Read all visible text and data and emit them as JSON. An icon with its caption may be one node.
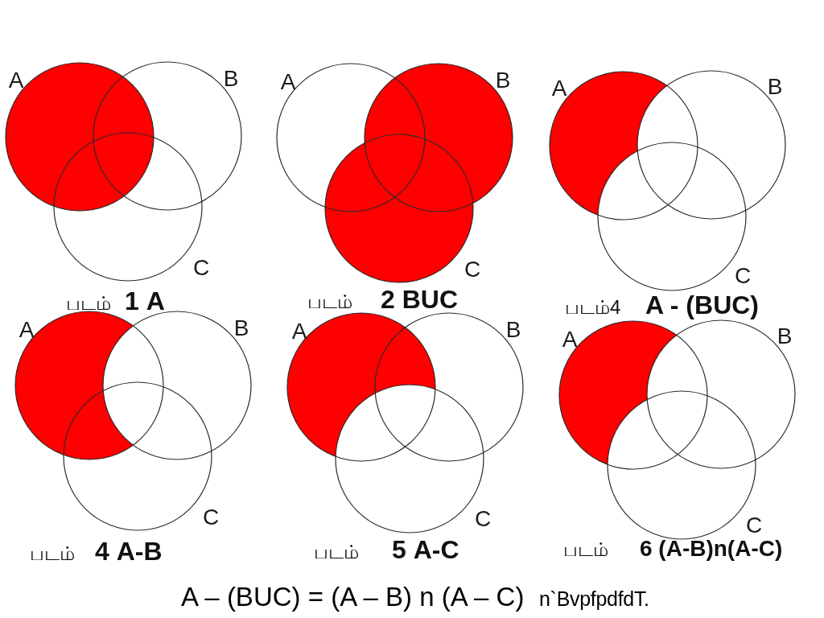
{
  "diagram": {
    "caption": "A – (BUC) = (A – B) n (A – C)",
    "labels": [
      "A",
      "B",
      "C",
      "படம் **1 A**",
      "A",
      "B",
      "C",
      "படம் **2 BUC**",
      "A",
      "B",
      "C",
      "படம்4 **A - (BUC)**",
      "A",
      "B",
      "C",
      "படம் **4 A-B**",
      "A",
      "B",
      "C",
      "படம் **5 A-C**",
      "A",
      "B",
      "C",
      "படம் **6 (A-B)n(A-C)**",
      "n`BvpfpdfdT."
    ]
  }
}
